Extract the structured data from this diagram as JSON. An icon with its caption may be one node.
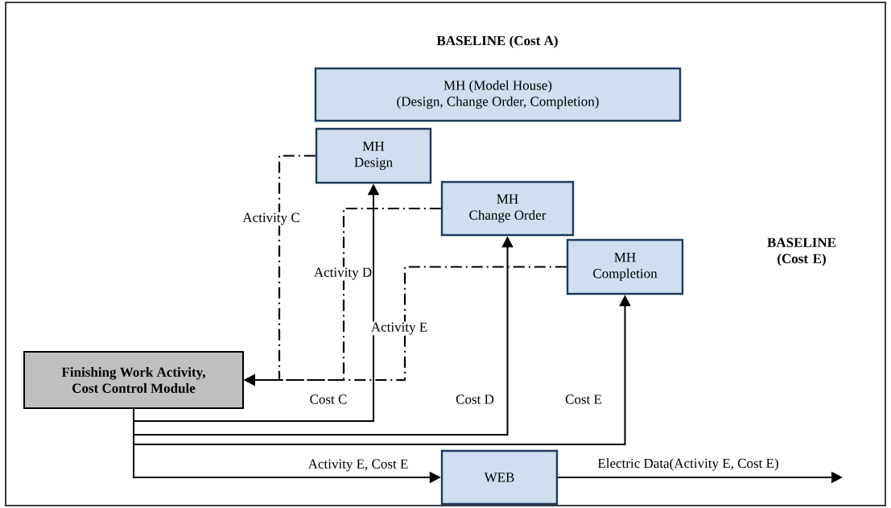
{
  "diagram": {
    "title": "BASELINE (Cost A)",
    "nodes": [
      {
        "text": [
          "MH (Model House) (Design, Change Order, Completion)"
        ]
      },
      {
        "text": [
          "MH Design"
        ]
      },
      {
        "text": [
          "MH Change Order"
        ]
      },
      {
        "text": [
          "MH Completion"
        ]
      },
      {
        "text": [
          "Finishing Work Activity, Cost Control Module"
        ]
      },
      {
        "text": [
          "WEB"
        ]
      }
    ],
    "edges": [
      {
        "from": 1,
        "to": 4,
        "arrow": "to",
        "style": "dashed",
        "label": "Activity C"
      },
      {
        "from": 2,
        "to": 4,
        "arrow": "to",
        "style": "dashed",
        "label": "Activity D"
      },
      {
        "from": 3,
        "to": 4,
        "arrow": "to",
        "style": "dashed",
        "label": "Activity E"
      },
      {
        "from": 4,
        "to": 1,
        "arrow": "to",
        "label": "Cost C"
      },
      {
        "from": 4,
        "to": 2,
        "arrow": "to",
        "label": "Cost D"
      },
      {
        "from": 4,
        "to": 3,
        "arrow": "to",
        "label": "Cost E"
      },
      {
        "from": 4,
        "to": 5,
        "arrow": "to",
        "label": "Activity E, Cost E"
      },
      {
        "from": 5,
        "to": null,
        "arrow": "to",
        "label": "Electric Data(Activity E, Cost E)"
      }
    ],
    "labels": [
      "BASELINE (Cost E)"
    ]
  }
}
